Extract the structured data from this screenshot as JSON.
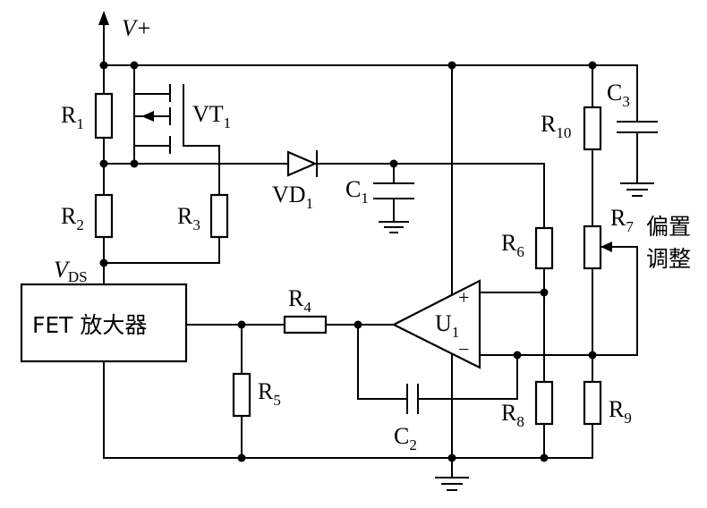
{
  "labels": {
    "vplus": "V+",
    "vds_v": "V",
    "vds_sub": "DS",
    "r1": "R",
    "r1_sub": "1",
    "r2": "R",
    "r2_sub": "2",
    "r3": "R",
    "r3_sub": "3",
    "r4": "R",
    "r4_sub": "4",
    "r5": "R",
    "r5_sub": "5",
    "r6": "R",
    "r6_sub": "6",
    "r7": "R",
    "r7_sub": "7",
    "r8": "R",
    "r8_sub": "8",
    "r9": "R",
    "r9_sub": "9",
    "r10": "R",
    "r10_sub": "10",
    "c1": "C",
    "c1_sub": "1",
    "c2": "C",
    "c2_sub": "2",
    "c3": "C",
    "c3_sub": "3",
    "vt1": "VT",
    "vt1_sub": "1",
    "vd1": "VD",
    "vd1_sub": "1",
    "u1": "U",
    "u1_sub": "1",
    "plus": "+",
    "minus": "−",
    "fet_block": "FET  放大器",
    "bias_line1": "偏置",
    "bias_line2": "调整"
  }
}
